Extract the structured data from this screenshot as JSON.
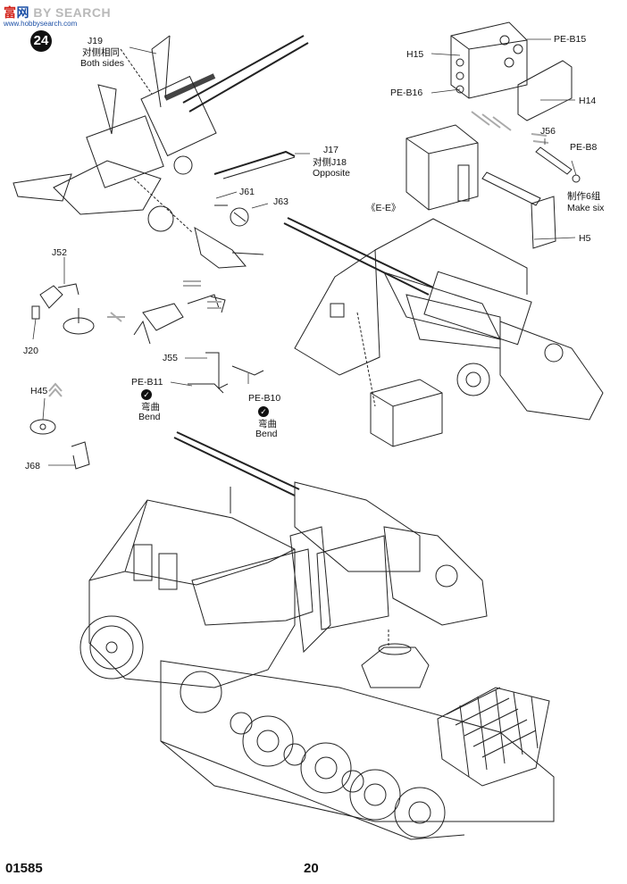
{
  "watermark": {
    "part1": "富",
    "part2": "网",
    "part3": "BY SEARCH",
    "sub": "www.hobbysearch.com"
  },
  "step_number": "24",
  "labels": {
    "j19": "J19",
    "j19_cn": "对侧相同",
    "j19_en": "Both sides",
    "j17": "J17",
    "j17_cn": "对侧J18",
    "j17_en": "Opposite",
    "j61": "J61",
    "j63": "J63",
    "h15": "H15",
    "peb15": "PE-B15",
    "peb16": "PE-B16",
    "h14": "H14",
    "j56": "J56",
    "peb8": "PE-B8",
    "make_cn": "制作6组",
    "make_en": "Make six",
    "ee": "《E-E》",
    "h5": "H5",
    "j52": "J52",
    "j20": "J20",
    "j55": "J55",
    "peb11": "PE-B11",
    "peb11_cn": "弯曲",
    "peb11_en": "Bend",
    "peb10": "PE-B10",
    "peb10_cn": "弯曲",
    "peb10_en": "Bend",
    "h45": "H45",
    "j68": "J68"
  },
  "footer": {
    "catalog": "01585",
    "page": "20"
  }
}
